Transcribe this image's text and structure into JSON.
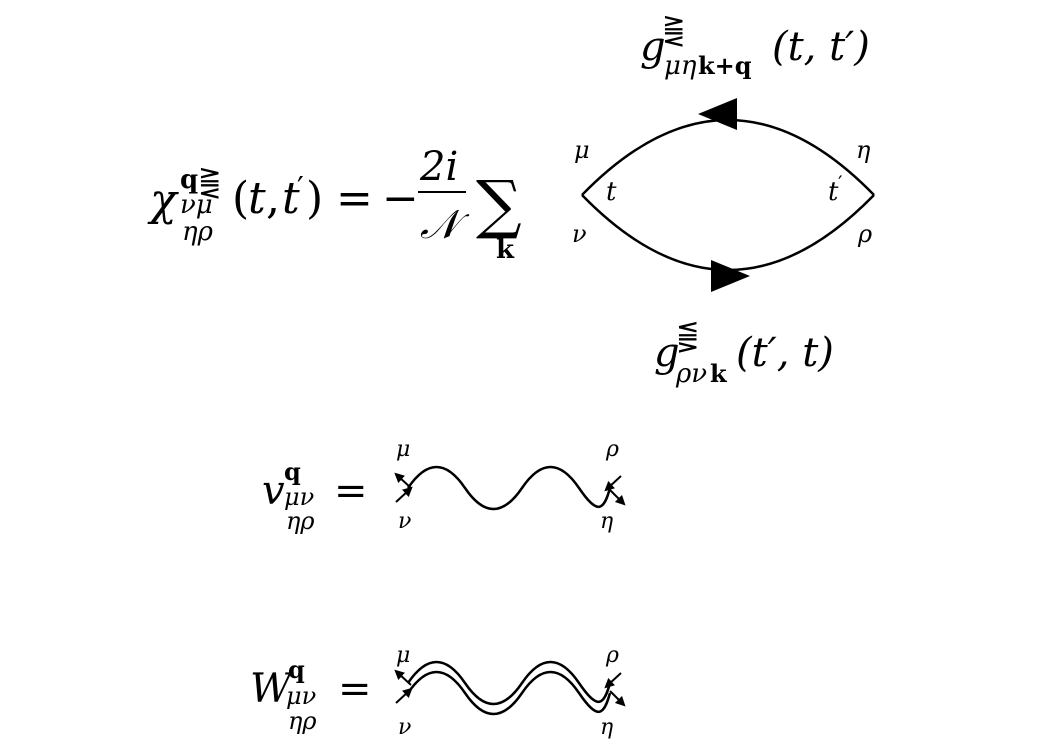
{
  "equation1": {
    "lhs": {
      "symbol": "χ",
      "sup": "q",
      "sup_rel": "⪌",
      "sub_top": "νμ",
      "sub_bottom": "ηρ",
      "args_open": "(",
      "arg1": "t",
      "comma": ",",
      "arg2": "t",
      "prime": "′",
      "args_close": ")"
    },
    "equals": "=",
    "minus": "−",
    "fraction": {
      "numerator": "2i",
      "denominator": "𝒩"
    },
    "sum_symbol": "∑",
    "sum_index": "k"
  },
  "bubble": {
    "top_label": {
      "symbol": "g",
      "sup": "⪌",
      "sub_greek": "μη",
      "sub_bold": "k+q",
      "args": "(t, t′)"
    },
    "bottom_label": {
      "symbol": "g",
      "sup": "⪋",
      "sub_greek": "ρν",
      "sub_bold": "k",
      "args": "(t′, t)"
    },
    "vertex_labels": {
      "mu": "μ",
      "nu": "ν",
      "eta": "η",
      "rho": "ρ",
      "t_left": "t",
      "t_right": "t",
      "t_right_prime": "′"
    }
  },
  "equation2": {
    "symbol": "v",
    "sup": "q",
    "sub_top": "μν",
    "sub_bottom": "ηρ",
    "equals": "=",
    "line_type": "single-wavy",
    "corner_labels": {
      "top_left": "μ",
      "bottom_left": "ν",
      "top_right": "ρ",
      "bottom_right": "η"
    }
  },
  "equation3": {
    "symbol": "W",
    "sup": "q",
    "sub_top": "μν",
    "sub_bottom": "ηρ",
    "equals": "=",
    "line_type": "double-wavy",
    "corner_labels": {
      "top_left": "μ",
      "bottom_left": "ν",
      "top_right": "ρ",
      "bottom_right": "η"
    }
  }
}
